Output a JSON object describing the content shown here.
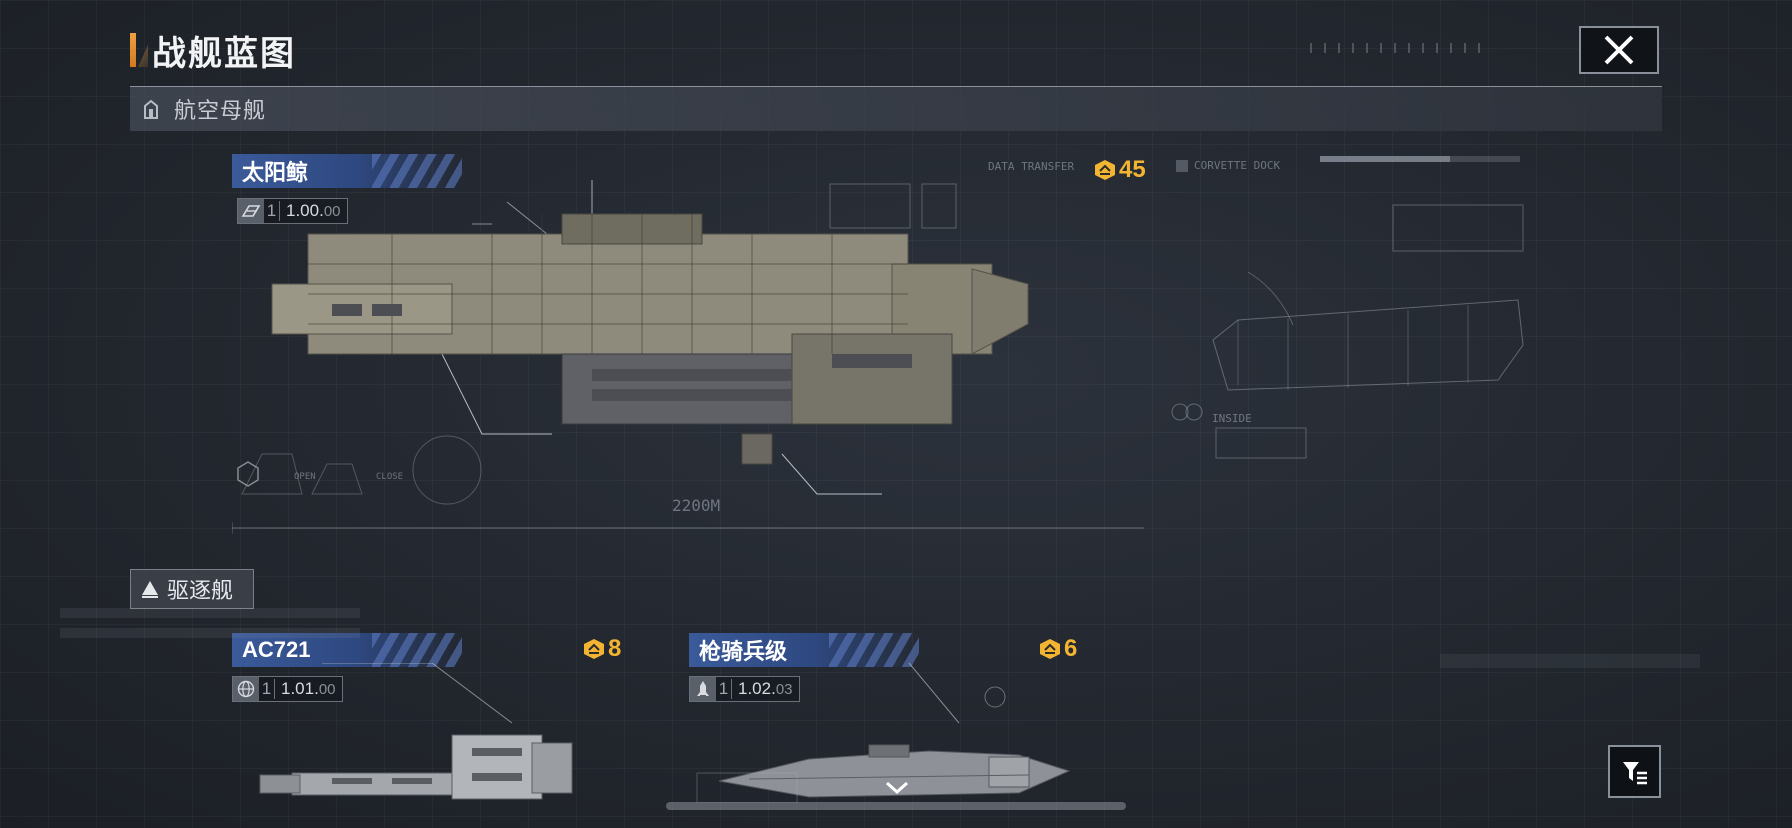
{
  "header": {
    "title": "战舰蓝图",
    "close_icon": "close-icon"
  },
  "sections": {
    "carrier": {
      "label": "航空母舰",
      "icon": "carrier-icon"
    },
    "destroyer": {
      "label": "驱逐舰",
      "icon": "triangle-icon"
    }
  },
  "ships": [
    {
      "name": "太阳鲸",
      "tier": "1",
      "version_main": "1.00",
      "version_sub": "00",
      "power": "45",
      "class_icon": "shipyard-logo-icon"
    },
    {
      "name": "AC721",
      "tier": "1",
      "version_main": "1.01",
      "version_sub": "00",
      "power": "8",
      "class_icon": "globe-icon"
    },
    {
      "name": "枪骑兵级",
      "tier": "1",
      "version_main": "1.02",
      "version_sub": "03",
      "power": "6",
      "class_icon": "missile-icon"
    }
  ],
  "blueprint_labels": {
    "length": "2200M",
    "corvette_dock": "CORVETTE DOCK",
    "data_transfer": "DATA TRANSFER",
    "inside": "INSIDE",
    "open": "OPEN",
    "close": "CLOSE"
  },
  "controls": {
    "filter_icon": "filter-icon",
    "scroll_down_icon": "chevron-down-icon"
  },
  "colors": {
    "accent_orange": "#f0a040",
    "power_gold": "#f3b431",
    "name_tab_blue": "#3a5a9a",
    "background": "#232830"
  }
}
